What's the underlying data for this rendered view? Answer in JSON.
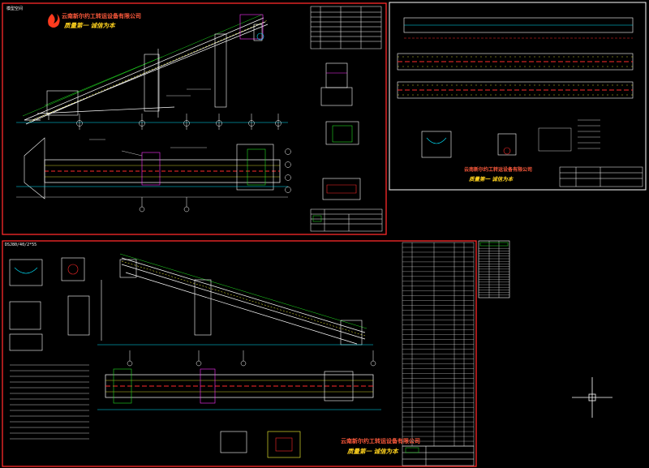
{
  "viewport_title": "",
  "sheet_a": {
    "corner_tag": "模型空间",
    "company_name": "云南新尔约工转运设备有限公司",
    "slogan": "质量第一 诚信为本",
    "title_block_rows": 5,
    "parts_table_rows": 12
  },
  "sheet_b": {
    "company_name": "云南新尔约工转运设备有限公司",
    "slogan": "质量第一 诚信为本",
    "spec_rows": 8
  },
  "sheet_c": {
    "header_note": "DSJ80/40/2*55",
    "company_name": "云南新尔约工转运设备有限公司",
    "slogan": "质量第一 诚信为本",
    "bom_rows": 42,
    "note_lines": 14
  },
  "side_table": {
    "rows": 20
  },
  "colors": {
    "background": "#000000",
    "frame_red": "#ff2a2a",
    "frame_white": "#ffffff",
    "line_cyan": "#00e5ff",
    "line_green": "#22dd22",
    "line_yellow": "#ffff33",
    "line_magenta": "#ff33ff",
    "line_blue": "#4d7dff",
    "line_grey": "#a0a0a0"
  }
}
